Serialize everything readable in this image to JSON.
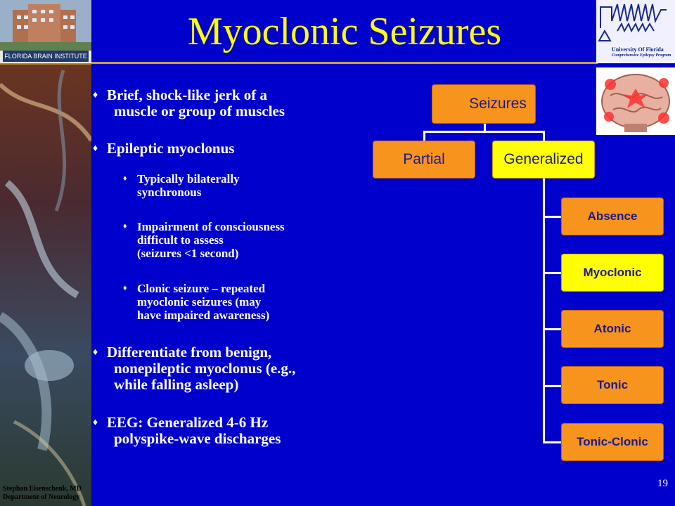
{
  "title": "Myoclonic Seizures",
  "left_logo_caption": "FLORIDA BRAIN INSTITUTE",
  "uf_logo": {
    "line1": "University Of Florida",
    "line2": "Comprehensive Epilepsy Program"
  },
  "author": {
    "name": "Stephan Eisenschenk, MD",
    "dept": "Department of Neurology"
  },
  "page_number": "19",
  "bullets": {
    "b1": "Brief, shock-like jerk of a",
    "b1b": "muscle or group of muscles",
    "b2": "Epileptic myoclonus",
    "s1a": "Typically bilaterally",
    "s1b": "synchronous",
    "s2a": "Impairment of consciousness",
    "s2b": "difficult to assess",
    "s2c": "(seizures <1 second)",
    "s3a": "Clonic seizure – repeated",
    "s3b": "myoclonic seizures (may",
    "s3c": "have impaired awareness)",
    "b3a": "Differentiate from benign,",
    "b3b": "nonepileptic myoclonus (e.g.,",
    "b3c": "while falling asleep)",
    "b4a": "EEG:  Generalized 4-6 Hz",
    "b4b": "polyspike-wave discharges",
    "marker": "♦"
  },
  "diagram": {
    "root": "Seizures",
    "partial": "Partial",
    "generalized": "Generalized",
    "children": [
      "Absence",
      "Myoclonic",
      "Atonic",
      "Tonic",
      "Tonic-Clonic"
    ]
  },
  "colors": {
    "background": "#0000cc",
    "title": "#ffff00",
    "node": "#f7941d",
    "highlight": "#ffff00"
  }
}
